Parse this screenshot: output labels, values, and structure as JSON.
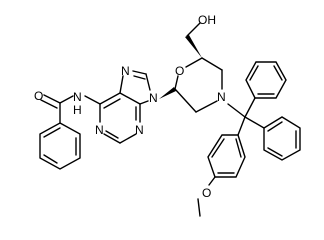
{
  "molecule": {
    "atoms": {
      "amide_o": "O",
      "amide_nh": "N",
      "amide_h": "H",
      "purine_n7": "N",
      "purine_n9": "N",
      "purine_n1": "N",
      "purine_n3": "N",
      "ring_o": "O",
      "ring_n": "N",
      "hydroxyl": "OH",
      "methoxy_o": "O"
    },
    "colors": {
      "bond": "#000000",
      "label": "#000000",
      "background": "#ffffff"
    }
  }
}
